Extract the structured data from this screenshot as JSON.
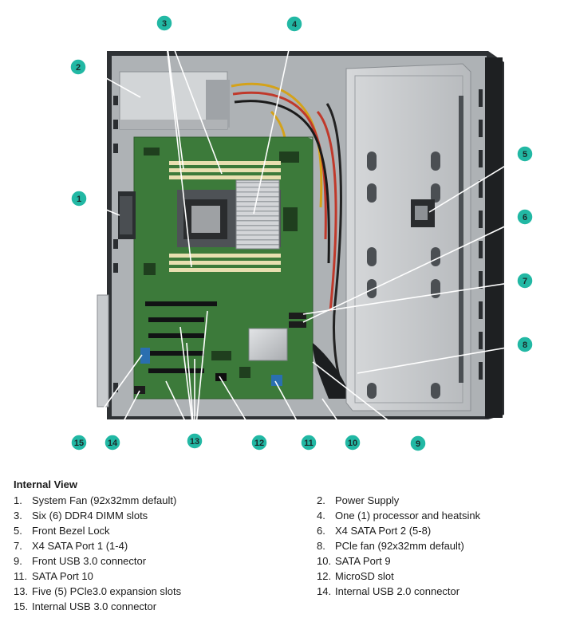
{
  "callouts": [
    "1",
    "2",
    "3",
    "4",
    "5",
    "6",
    "7",
    "8",
    "9",
    "10",
    "11",
    "12",
    "13",
    "14",
    "15"
  ],
  "legend": {
    "title": "Internal View",
    "items": [
      {
        "num": "1.",
        "label": "System Fan (92x32mm default)"
      },
      {
        "num": "2.",
        "label": "Power Supply"
      },
      {
        "num": "3.",
        "label": "Six (6) DDR4 DIMM slots"
      },
      {
        "num": "4.",
        "label": "One (1) processor and heatsink"
      },
      {
        "num": "5.",
        "label": "Front Bezel Lock"
      },
      {
        "num": "6.",
        "label": "X4 SATA Port 2 (5-8)"
      },
      {
        "num": "7.",
        "label": "X4 SATA Port 1 (1-4)"
      },
      {
        "num": "8.",
        "label": "PCle fan (92x32mm default)"
      },
      {
        "num": "9.",
        "label": "Front USB 3.0 connector"
      },
      {
        "num": "10.",
        "label": "SATA Port 9"
      },
      {
        "num": "11.",
        "label": "SATA Port 10"
      },
      {
        "num": "12.",
        "label": "MicroSD slot"
      },
      {
        "num": "13.",
        "label": "Five (5) PCle3.0 expansion slots"
      },
      {
        "num": "14.",
        "label": "Internal USB 2.0 connector"
      },
      {
        "num": "15.",
        "label": "Internal USB 3.0 connector"
      }
    ]
  },
  "colors": {
    "callout_fill": "#22b8a4",
    "leader_line": "#ffffff",
    "chassis": "#b9bcbf",
    "chassis_dark": "#3a3d40",
    "motherboard": "#3f7a3a",
    "drive_cage": "#c9ccce",
    "heatsink": "#c7c9cc"
  }
}
